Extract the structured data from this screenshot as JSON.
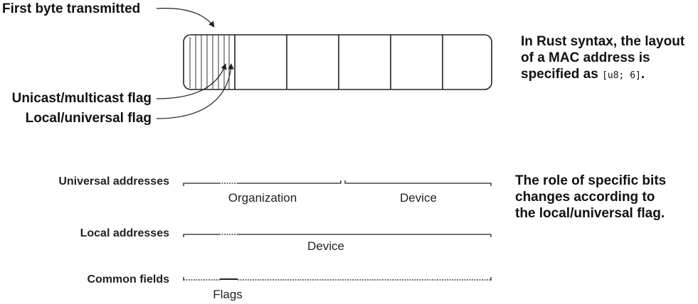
{
  "labels": {
    "first_byte": "First byte transmitted",
    "unicast_flag": "Unicast/multicast flag",
    "local_flag": "Local/universal flag"
  },
  "notes": {
    "rust_line1": "In Rust syntax, the layout",
    "rust_line2": "of a MAC address is",
    "rust_line3_prefix": "specified as ",
    "rust_code": "[u8; 6]",
    "rust_suffix": ".",
    "role_line1": "The role of specific bits",
    "role_line2": "changes according to",
    "role_line3": "the local/universal flag."
  },
  "rows": {
    "universal": {
      "label": "Universal addresses",
      "organization": "Organization",
      "device": "Device"
    },
    "local": {
      "label": "Local addresses",
      "device": "Device"
    },
    "common": {
      "label": "Common fields",
      "flags": "Flags"
    }
  },
  "colors": {
    "ink": "#222222",
    "text": "#111111"
  }
}
